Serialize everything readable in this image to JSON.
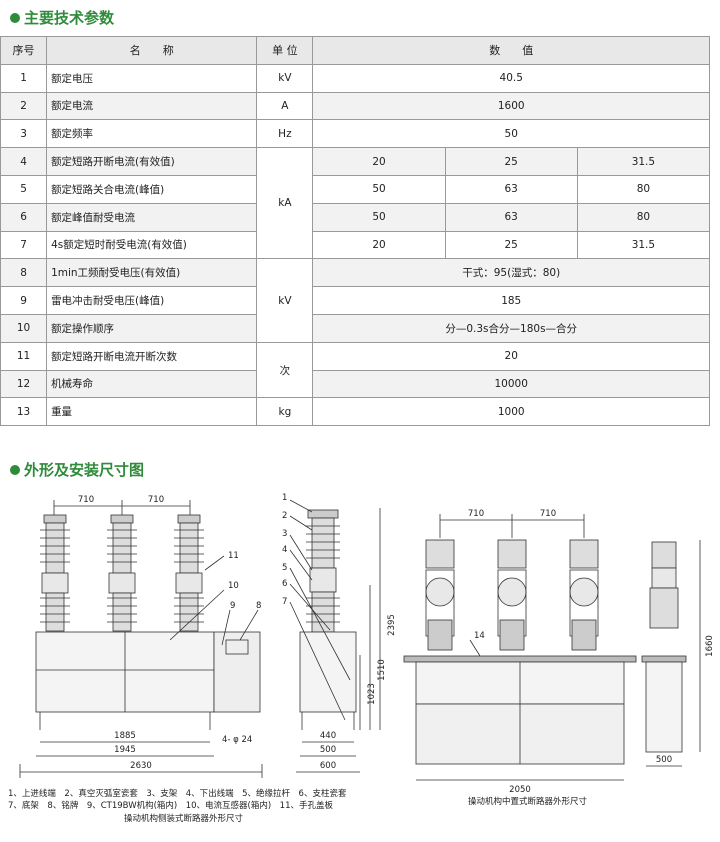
{
  "sections": {
    "spec_title": "主要技术参数",
    "drawing_title": "外形及安装尺寸图"
  },
  "table": {
    "headers": {
      "no": "序号",
      "name": "名　　称",
      "unit": "单 位",
      "value": "数　　值"
    },
    "rows": [
      {
        "no": "1",
        "name": "额定电压",
        "unit": "kV",
        "values": [
          "40.5"
        ]
      },
      {
        "no": "2",
        "name": "额定电流",
        "unit": "A",
        "values": [
          "1600"
        ]
      },
      {
        "no": "3",
        "name": "额定频率",
        "unit": "Hz",
        "values": [
          "50"
        ]
      },
      {
        "no": "4",
        "name": "额定短路开断电流(有效值)",
        "unit": "kA",
        "values": [
          "20",
          "25",
          "31.5"
        ]
      },
      {
        "no": "5",
        "name": "额定短路关合电流(峰值)",
        "unit": "",
        "values": [
          "50",
          "63",
          "80"
        ]
      },
      {
        "no": "6",
        "name": "额定峰值耐受电流",
        "unit": "",
        "values": [
          "50",
          "63",
          "80"
        ]
      },
      {
        "no": "7",
        "name": "4s额定短时耐受电流(有效值)",
        "unit": "",
        "values": [
          "20",
          "25",
          "31.5"
        ]
      },
      {
        "no": "8",
        "name": "1min工频耐受电压(有效值)",
        "unit": "kV",
        "values": [
          "干式：95(湿式：80)"
        ]
      },
      {
        "no": "9",
        "name": "雷电冲击耐受电压(峰值)",
        "unit": "",
        "values": [
          "185"
        ]
      },
      {
        "no": "10",
        "name": "额定操作顺序",
        "unit": "",
        "values": [
          "分—0.3s合分—180s—合分"
        ]
      },
      {
        "no": "11",
        "name": "额定短路开断电流开断次数",
        "unit": "次",
        "values": [
          "20"
        ]
      },
      {
        "no": "12",
        "name": "机械寿命",
        "unit": "",
        "values": [
          "10000"
        ]
      },
      {
        "no": "13",
        "name": "重量",
        "unit": "kg",
        "values": [
          "1000"
        ]
      }
    ]
  },
  "drawing": {
    "left_dims": {
      "spacing1": "710",
      "spacing2": "710",
      "d1885": "1885",
      "d1945": "1945",
      "d2630": "2630",
      "bolt": "4- φ 24"
    },
    "left_labels": [
      "11",
      "10",
      "9",
      "8"
    ],
    "side_labels": [
      "1",
      "2",
      "3",
      "4",
      "5",
      "6",
      "7"
    ],
    "side_dims": {
      "h2395": "2395",
      "h1510": "1510",
      "h1023": "1023",
      "w440": "440",
      "w500": "500",
      "w600": "600"
    },
    "right_dims": {
      "spacing1": "710",
      "spacing2": "710",
      "label14": "14",
      "w2050": "2050",
      "h1660": "1660",
      "w500": "500"
    },
    "legend_line1": "1、上进线端　2、真空灭弧室瓷套　3、支架　4、下出线端　5、绝缘拉杆　6、支柱瓷套",
    "legend_line2": "7、底架　8、铭牌　9、CT19BW机构(箱内)　10、电流互感器(箱内)　11、手孔盖板",
    "caption_left": "操动机构侧装式断路器外形尺寸",
    "caption_right": "操动机构中置式断路器外形尺寸"
  }
}
